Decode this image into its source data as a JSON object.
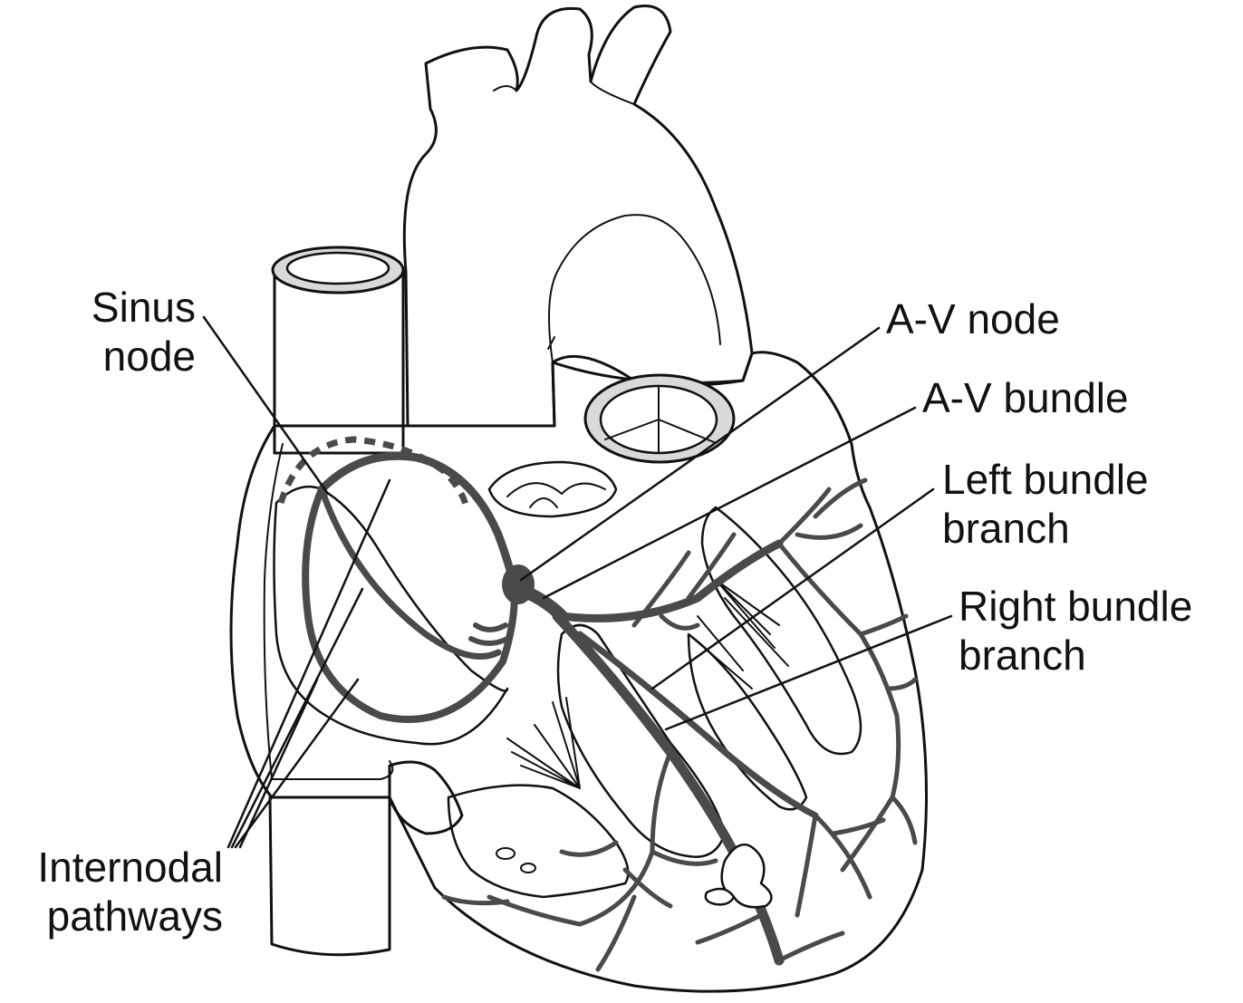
{
  "figure": {
    "colors": {
      "tissue": "#d9d9d9",
      "conduction": "#4a4a4a",
      "outline": "#111111",
      "cavity": "#ffffff"
    }
  },
  "labels": {
    "sinus_node": {
      "line1": "Sinus",
      "line2": "node"
    },
    "av_node": {
      "line1": "A-V node"
    },
    "av_bundle": {
      "line1": "A-V bundle"
    },
    "left_bundle_branch": {
      "line1": "Left bundle",
      "line2": "branch"
    },
    "right_bundle_branch": {
      "line1": "Right bundle",
      "line2": "branch"
    },
    "internodal_pathways": {
      "line1": "Internodal",
      "line2": "pathways"
    }
  }
}
